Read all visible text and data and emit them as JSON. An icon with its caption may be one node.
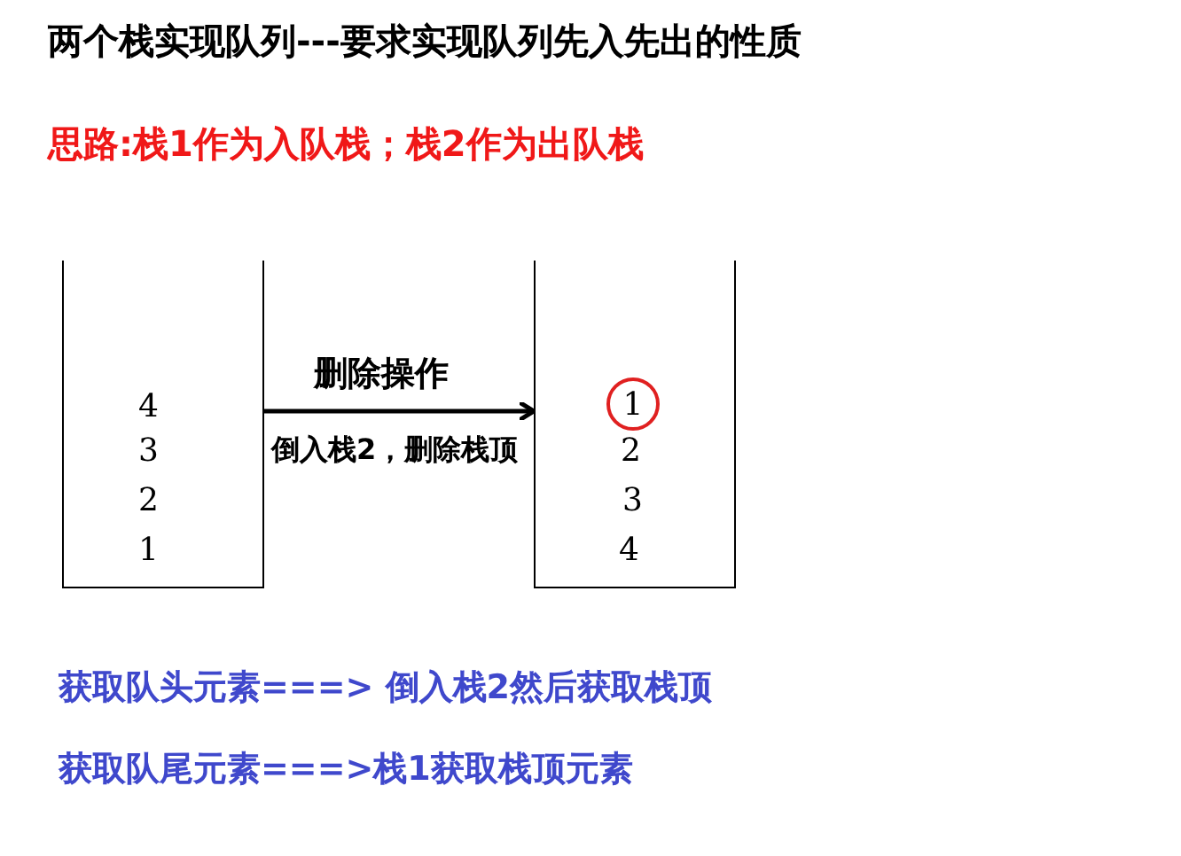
{
  "diagram": {
    "title": "两个栈实现队列---要求实现队列先入先出的性质",
    "nodes": [
      {
        "text": [
          "4",
          "3",
          "2",
          "1"
        ]
      },
      {
        "text": [
          "2",
          "3",
          "4"
        ]
      },
      {
        "text": [
          "1"
        ],
        "in": 1
      }
    ],
    "edges": [
      {
        "from": 0,
        "to": 1,
        "arrow": "to",
        "label": "删除操作"
      }
    ],
    "labels": [
      "思路:栈1作为入队栈；栈2作为出队栈",
      "倒入栈2，删除栈顶",
      "获取队头元素===> 倒入栈2然后获取栈顶",
      "获取队尾元素===>栈1获取栈顶元素"
    ]
  }
}
